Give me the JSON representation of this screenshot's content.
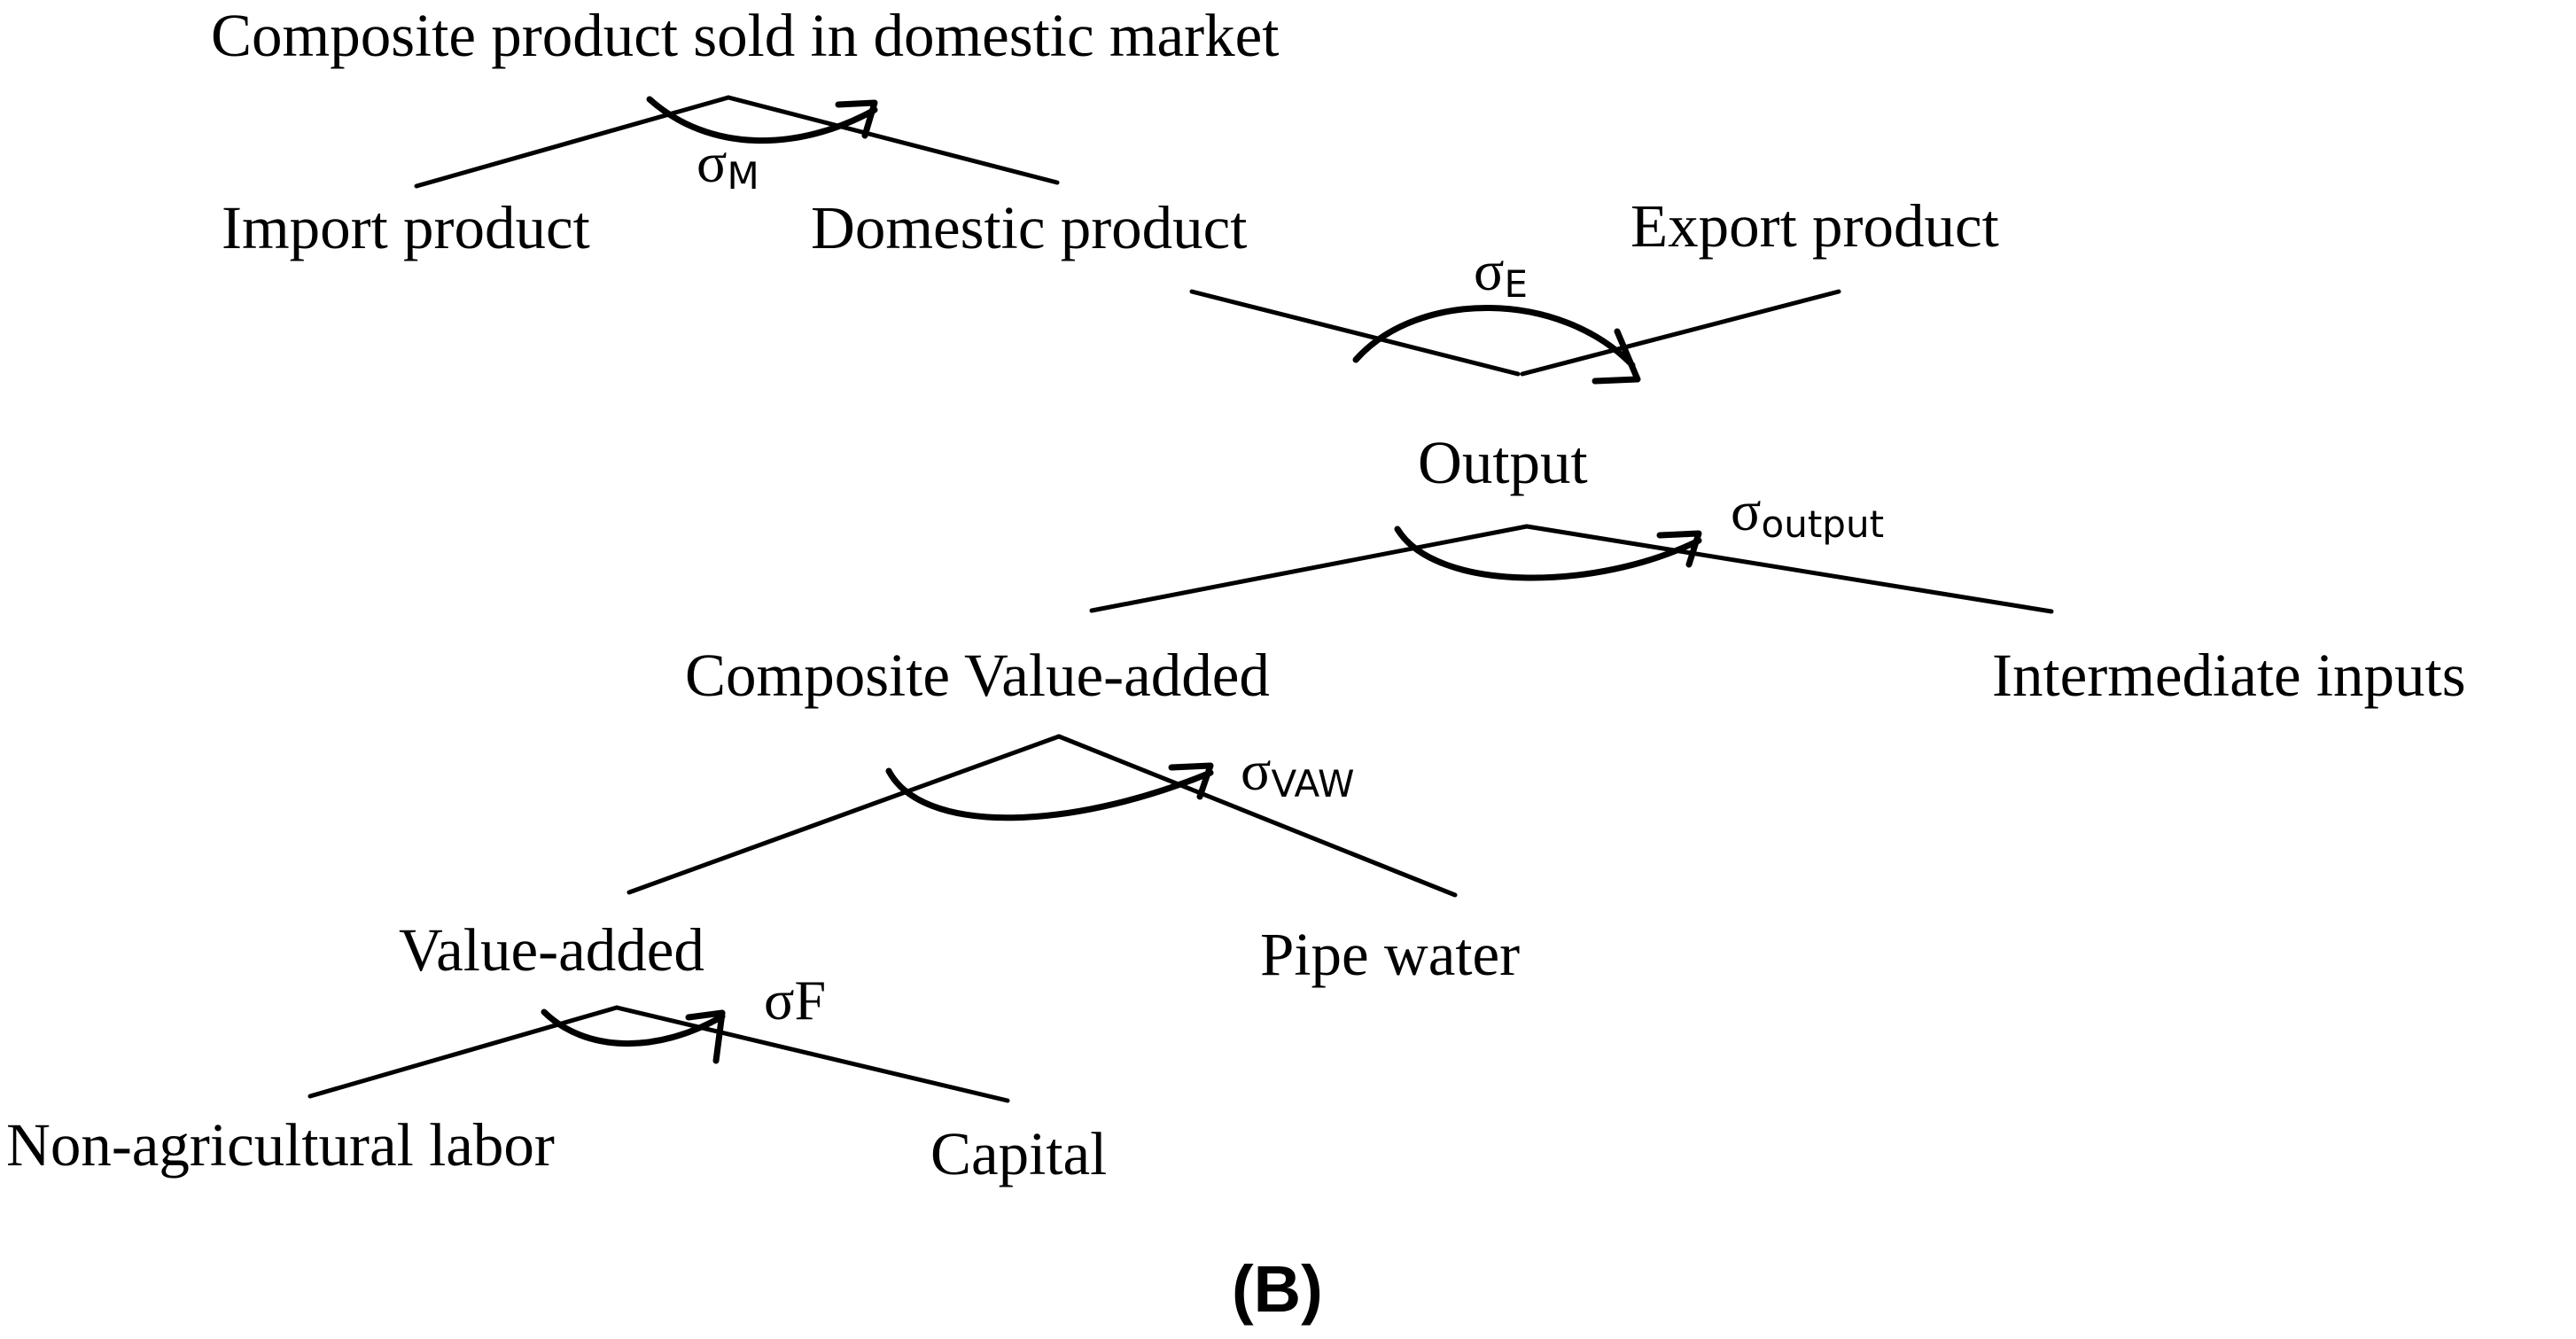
{
  "nodes": {
    "composite_domestic": "Composite product sold in domestic market",
    "import_product": "Import product",
    "domestic_product": "Domestic product",
    "export_product": "Export product",
    "output": "Output",
    "composite_value_added": "Composite Value-added",
    "intermediate_inputs": "Intermediate inputs",
    "value_added": "Value-added",
    "pipe_water": "Pipe water",
    "non_agricultural_labor": "Non-agricultural labor",
    "capital": "Capital"
  },
  "elasticities": {
    "m": {
      "symbol": "σ",
      "subscript": "M"
    },
    "e": {
      "symbol": "σ",
      "subscript": "E"
    },
    "output": {
      "symbol": "σ",
      "subscript": "output"
    },
    "vaw": {
      "symbol": "σ",
      "subscript": "VAW"
    },
    "f": {
      "symbol": "σF"
    }
  },
  "panel_label": "(B)"
}
